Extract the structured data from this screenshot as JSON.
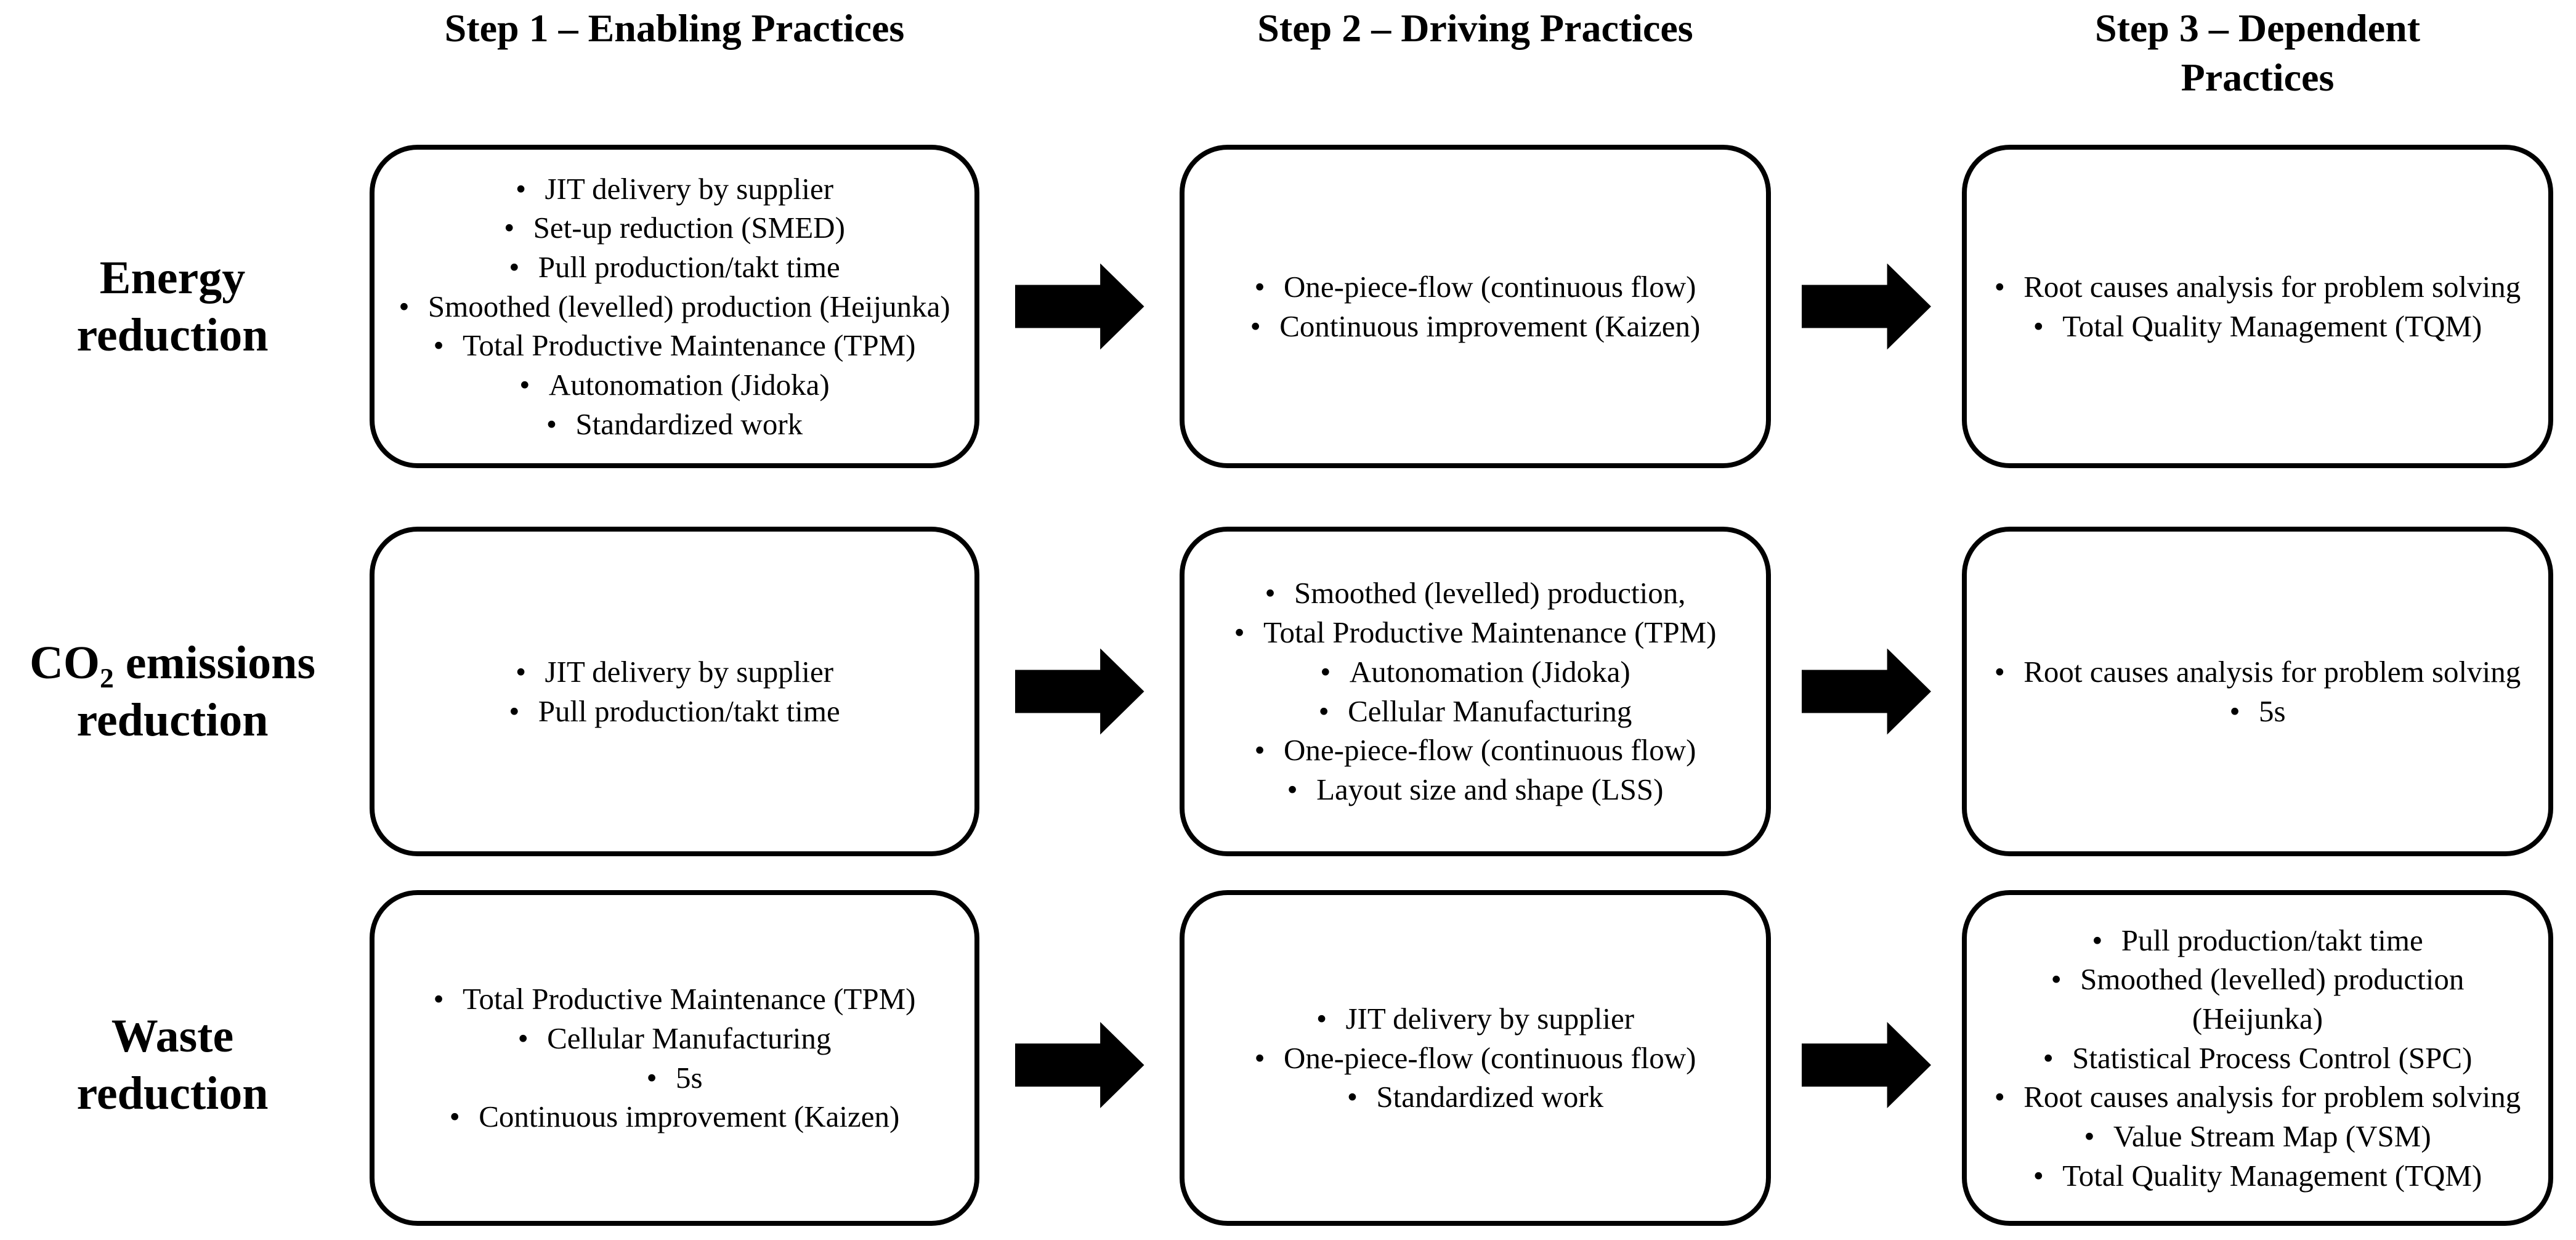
{
  "bullet_glyph": "•",
  "colors": {
    "background": "#ffffff",
    "text": "#000000",
    "box_border": "#000000",
    "arrow": "#000000"
  },
  "columns": [
    {
      "title": "Step 1 – Enabling Practices"
    },
    {
      "title": "Step 2 – Driving Practices"
    },
    {
      "title": "Step 3 – Dependent Practices"
    }
  ],
  "rows": [
    {
      "label": "Energy reduction",
      "boxes": [
        {
          "items": [
            "JIT delivery by supplier",
            "Set-up reduction (SMED)",
            "Pull production/takt time",
            "Smoothed (levelled) production (Heijunka)",
            "Total Productive Maintenance (TPM)",
            "Autonomation (Jidoka)",
            "Standardized work"
          ]
        },
        {
          "items": [
            "One-piece-flow (continuous flow)",
            "Continuous improvement (Kaizen)"
          ]
        },
        {
          "items": [
            "Root causes analysis for problem solving",
            "Total Quality Management (TQM)"
          ]
        }
      ]
    },
    {
      "label": "CO₂ emissions reduction",
      "boxes": [
        {
          "items": [
            "JIT delivery by supplier",
            "Pull production/takt time"
          ]
        },
        {
          "items": [
            "Smoothed (levelled) production,",
            "Total Productive Maintenance (TPM)",
            "Autonomation (Jidoka)",
            "Cellular Manufacturing",
            "One-piece-flow (continuous flow)",
            "Layout size and shape (LSS)"
          ]
        },
        {
          "items": [
            "Root causes analysis for problem solving",
            "5s"
          ]
        }
      ]
    },
    {
      "label": "Waste reduction",
      "boxes": [
        {
          "items": [
            "Total Productive Maintenance (TPM)",
            "Cellular Manufacturing",
            "5s",
            "Continuous improvement (Kaizen)"
          ]
        },
        {
          "items": [
            "JIT delivery by supplier",
            "One-piece-flow (continuous flow)",
            "Standardized work"
          ]
        },
        {
          "items": [
            "Pull production/takt time",
            "Smoothed (levelled) production (Heijunka)",
            "Statistical Process Control (SPC)",
            "Root causes analysis for problem solving",
            "Value Stream Map (VSM)",
            "Total Quality Management (TQM)"
          ]
        }
      ]
    }
  ]
}
